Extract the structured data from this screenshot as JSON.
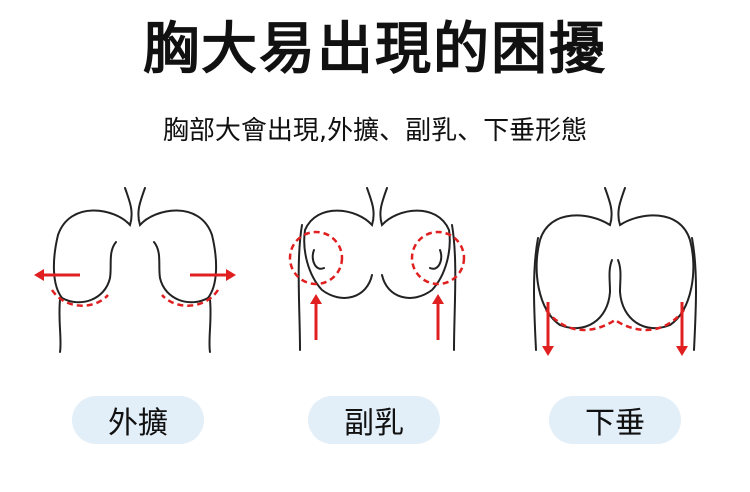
{
  "title": "胸大易出現的困擾",
  "subtitle": "胸部大會出現,外擴、副乳、下垂形態",
  "colors": {
    "line": "#222222",
    "accent": "#e02020",
    "pill_bg": "#e2eef8"
  },
  "items": [
    {
      "label": "外擴",
      "illustration": "breasts-spread-outward-with-horizontal-arrows"
    },
    {
      "label": "副乳",
      "illustration": "side-fat-circled-with-upward-arrows"
    },
    {
      "label": "下垂",
      "illustration": "sagging-breasts-with-downward-arrows"
    }
  ]
}
